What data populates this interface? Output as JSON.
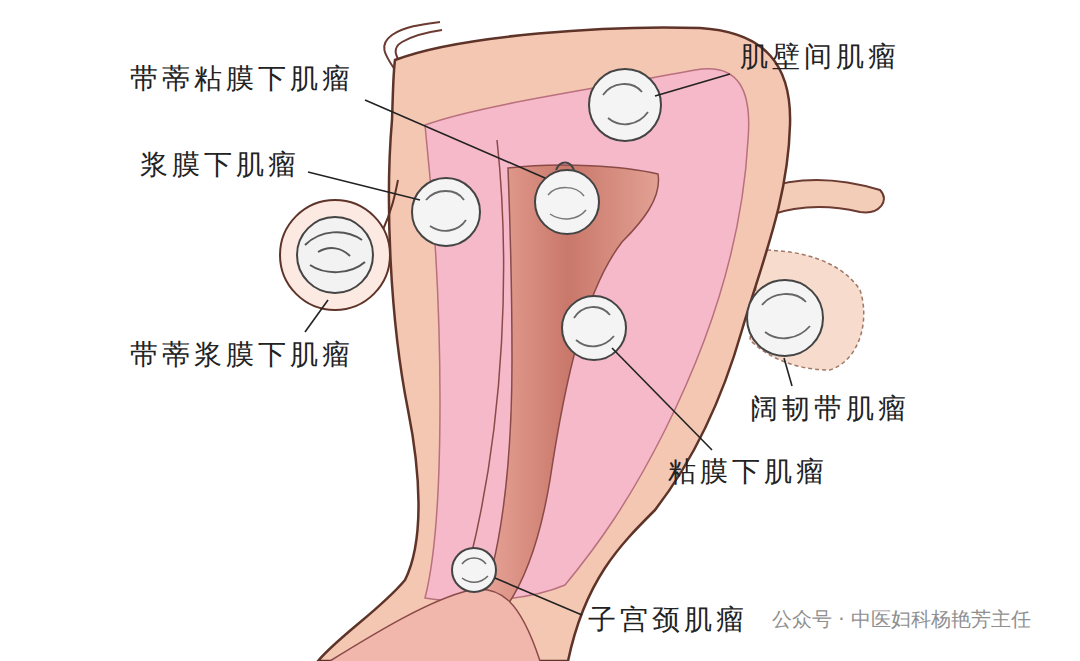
{
  "diagram": {
    "labels": [
      "带蒂粘膜下肌瘤",
      "肌壁间肌瘤",
      "浆膜下肌瘤",
      "带蒂浆膜下肌瘤",
      "阔韧带肌瘤",
      "粘膜下肌瘤",
      "子宫颈肌瘤",
      "公众号 · 中医妇科杨艳芳主任"
    ]
  }
}
